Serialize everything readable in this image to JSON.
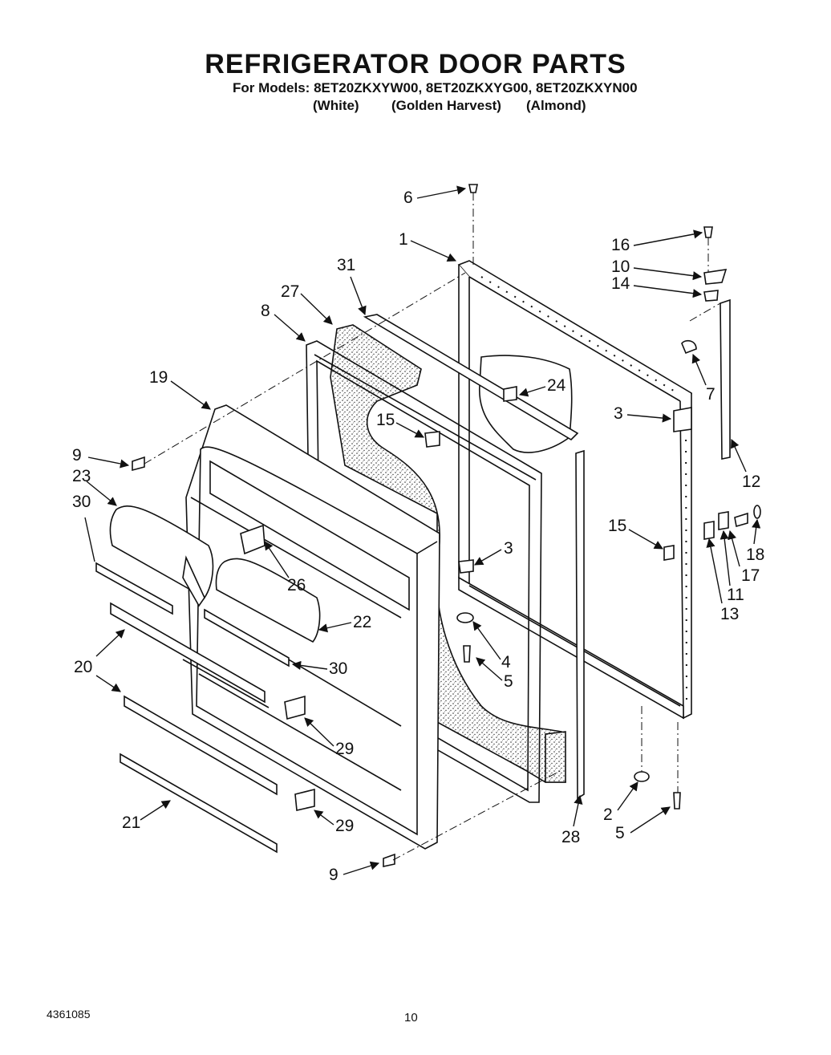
{
  "title": "REFRIGERATOR DOOR PARTS",
  "models_prefix": "For Models:",
  "models": [
    {
      "code": "8ET20ZKXYW00,",
      "color": "(White)"
    },
    {
      "code": "8ET20ZKXYG00,",
      "color": "(Golden Harvest)"
    },
    {
      "code": "8ET20ZKXYN00",
      "color": "(Almond)"
    }
  ],
  "callouts": [
    "1",
    "2",
    "3",
    "3",
    "4",
    "5",
    "5",
    "6",
    "7",
    "8",
    "9",
    "9",
    "10",
    "11",
    "12",
    "13",
    "14",
    "15",
    "15",
    "16",
    "17",
    "18",
    "19",
    "20",
    "21",
    "22",
    "23",
    "24",
    "26",
    "27",
    "28",
    "29",
    "29",
    "30",
    "30",
    "31"
  ],
  "footer": {
    "doc_number": "4361085",
    "page": "10"
  }
}
